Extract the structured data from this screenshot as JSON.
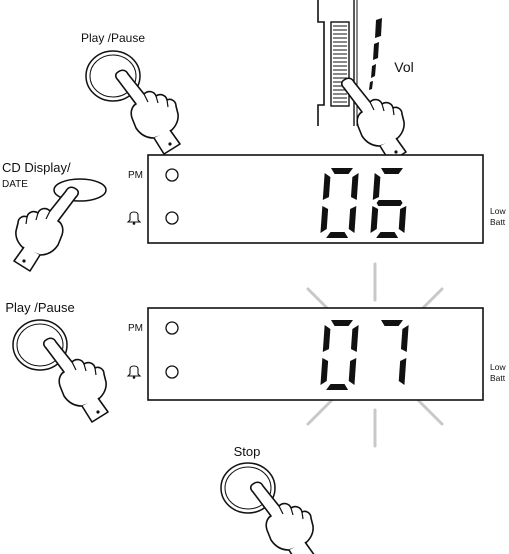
{
  "labels": {
    "play_pause_top": "Play /Pause",
    "vol": "Vol",
    "cd_display_line1": "CD Display/",
    "cd_display_line2": "DATE",
    "play_pause_bottom": "Play /Pause",
    "stop": "Stop"
  },
  "display_1": {
    "digits": "06",
    "pm": "PM",
    "low": "Low",
    "batt": "Batt",
    "flashing": false
  },
  "display_2": {
    "digits": "07",
    "pm": "PM",
    "low": "Low",
    "batt": "Batt",
    "flashing": true
  },
  "icons": [
    "press-button-icon",
    "pointing-hand-icon",
    "volume-slider-icon",
    "alarm-bell-icon"
  ],
  "colors": {
    "ink": "#111111",
    "flash_rays": "#c8c8c8",
    "background": "#ffffff"
  }
}
